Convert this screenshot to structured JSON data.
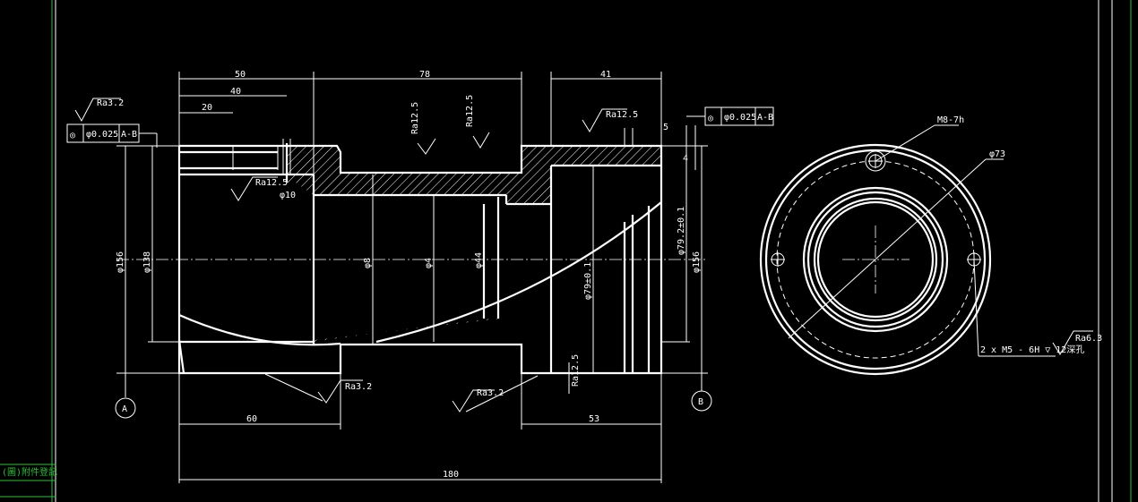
{
  "drawing": {
    "title_block_label": "(圖)附件登記",
    "datum_a": "A",
    "datum_b": "B",
    "dims": {
      "d50": "50",
      "d40": "40",
      "d20": "20",
      "d78": "78",
      "d41": "41",
      "d5": "5",
      "d4": "4",
      "d60": "60",
      "d53": "53",
      "d180": "180",
      "phi10": "φ10",
      "phi_left_outer": "φ156",
      "phi_left_inner": "φ138",
      "phi_mid1": "φ8",
      "phi_mid2": "φ4",
      "phi_mid3": "φ44",
      "phi79": "φ79±0.1",
      "phi792": "φ79.2±0.1",
      "phi_right": "φ156",
      "phi73": "φ73",
      "m8": "M8-7h"
    },
    "roughness": {
      "ra32_left": "Ra3.2",
      "ra126_a": "Ra12.5",
      "ra126_b": "Ra12.5",
      "ra126_c": "Ra12.5",
      "ra126_top_right": "Ra12.5",
      "ra32_bottom": "Ra3.2",
      "ra32_bottom2": "Ra3.2",
      "ra126_bottom": "Ra12.5",
      "ra63": "Ra6.3"
    },
    "tolerance_left": {
      "symbol": "◎",
      "value": "φ0.025",
      "datum": "A-B"
    },
    "tolerance_right": {
      "symbol": "◎",
      "value": "φ0.025",
      "datum": "A-B"
    },
    "hole_note": "2 x M5 - 6H ▽ 12深孔"
  }
}
